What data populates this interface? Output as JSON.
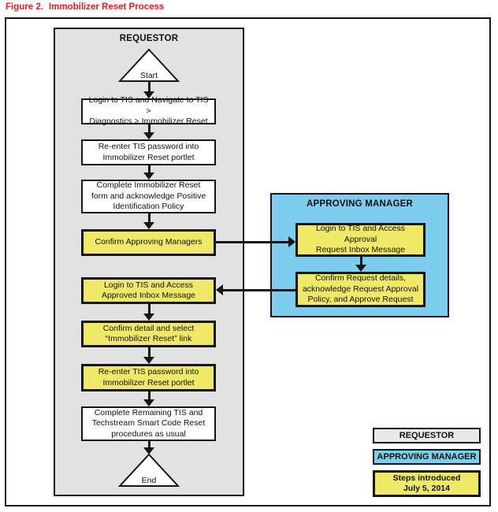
{
  "figure": {
    "label": "Figure 2.",
    "title": "Immobilizer Reset Process"
  },
  "lanes": {
    "requestor": {
      "title": "REQUESTOR",
      "nodes": {
        "start": "Start",
        "login_navigate": "Login to TIS and Navigate to TIS >\nDiagnostics > Immobilizer Reset",
        "reenter_password_1": "Re-enter TIS password into\nImmobilizer Reset portlet",
        "complete_form": "Complete Immobilizer Reset\nform and acknowledge Positive\nIdentification Policy",
        "confirm_managers": "Confirm Approving Managers",
        "login_approved_inbox": "Login to TIS and Access\nApproved Inbox Message",
        "confirm_detail_link": "Confirm detail and select\n“Immobilizer Reset” link",
        "reenter_password_2": "Re-enter TIS password into\nImmobilizer Reset portlet",
        "complete_remaining": "Complete Remaining TIS and\nTechstream Smart Code Reset\nprocedures as usual",
        "end": "End"
      }
    },
    "approving_manager": {
      "title": "APPROVING MANAGER",
      "nodes": {
        "login_approval_inbox": "Login to TIS and Access Approval\nRequest Inbox Message",
        "confirm_request": "Confirm Request details,\nacknowledge Request Approval\nPolicy, and Approve Request"
      }
    }
  },
  "legend": {
    "requestor": "REQUESTOR",
    "approving_manager": "APPROVING MANAGER",
    "new_steps": "Steps introduced\nJuly 5, 2014"
  },
  "colors": {
    "title_red": "#ed1c24",
    "requestor_lane_gray": "#e2e2e2",
    "approving_manager_blue": "#7fcdee",
    "new_step_yellow": "#f0e968",
    "line_black": "#161616"
  }
}
